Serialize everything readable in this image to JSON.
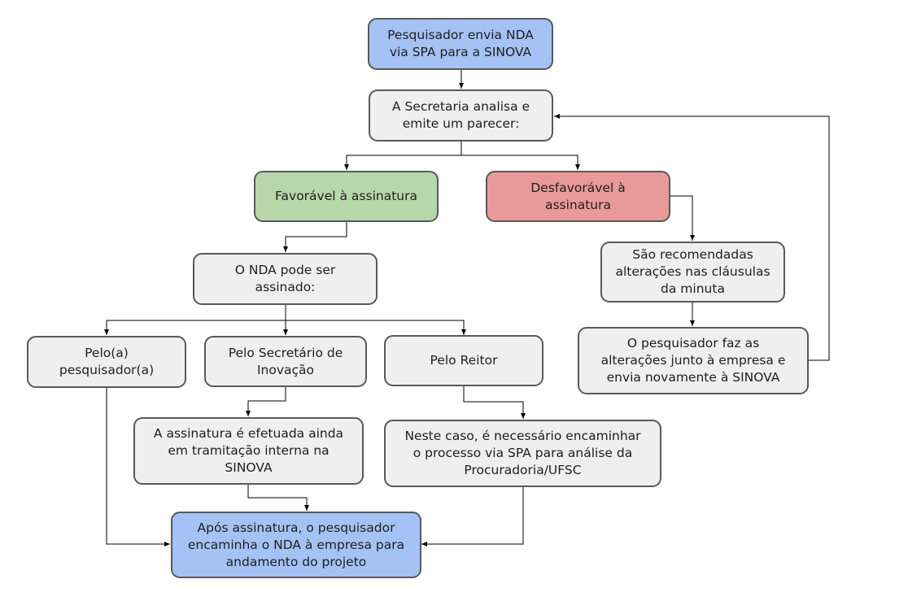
{
  "nodes": {
    "start": "Pesquisador envia NDA\nvia SPA para a SINOVA",
    "analysis": "A Secretaria analisa e\nemite um parecer:",
    "favorable": "Favorável à assinatura",
    "unfavorable": "Desfavorável à\nassinatura",
    "can_be_signed": "O NDA pode ser\nassinado:",
    "recommended_changes": "São recomendadas\nalterações nas cláusulas\nda minuta",
    "researcher_changes": "O pesquisador faz as\nalterações junto à empresa e\nenvia novamente à SINOVA",
    "by_researcher": "Pelo(a)\npesquisador(a)",
    "by_secretary": "Pelo Secretário de\nInovação",
    "by_rector": "Pelo Reitor",
    "signature_internal": "A assinatura é efetuada ainda\nem tramitação interna na\nSINOVA",
    "procuradoria": "Neste caso, é necessário encaminhar\no processo via SPA para análise da\nProcuradoria/UFSC",
    "after_signature": "Após assinatura, o pesquisador\nencaminha o NDA à empresa para\nandamento do projeto"
  },
  "colors": {
    "start": "#a4c2f4",
    "neutral": "#efefef",
    "favorable": "#b6d7a8",
    "unfavorable": "#ea9999",
    "final": "#a4c2f4",
    "border": "#595959",
    "connector": "#000000"
  }
}
